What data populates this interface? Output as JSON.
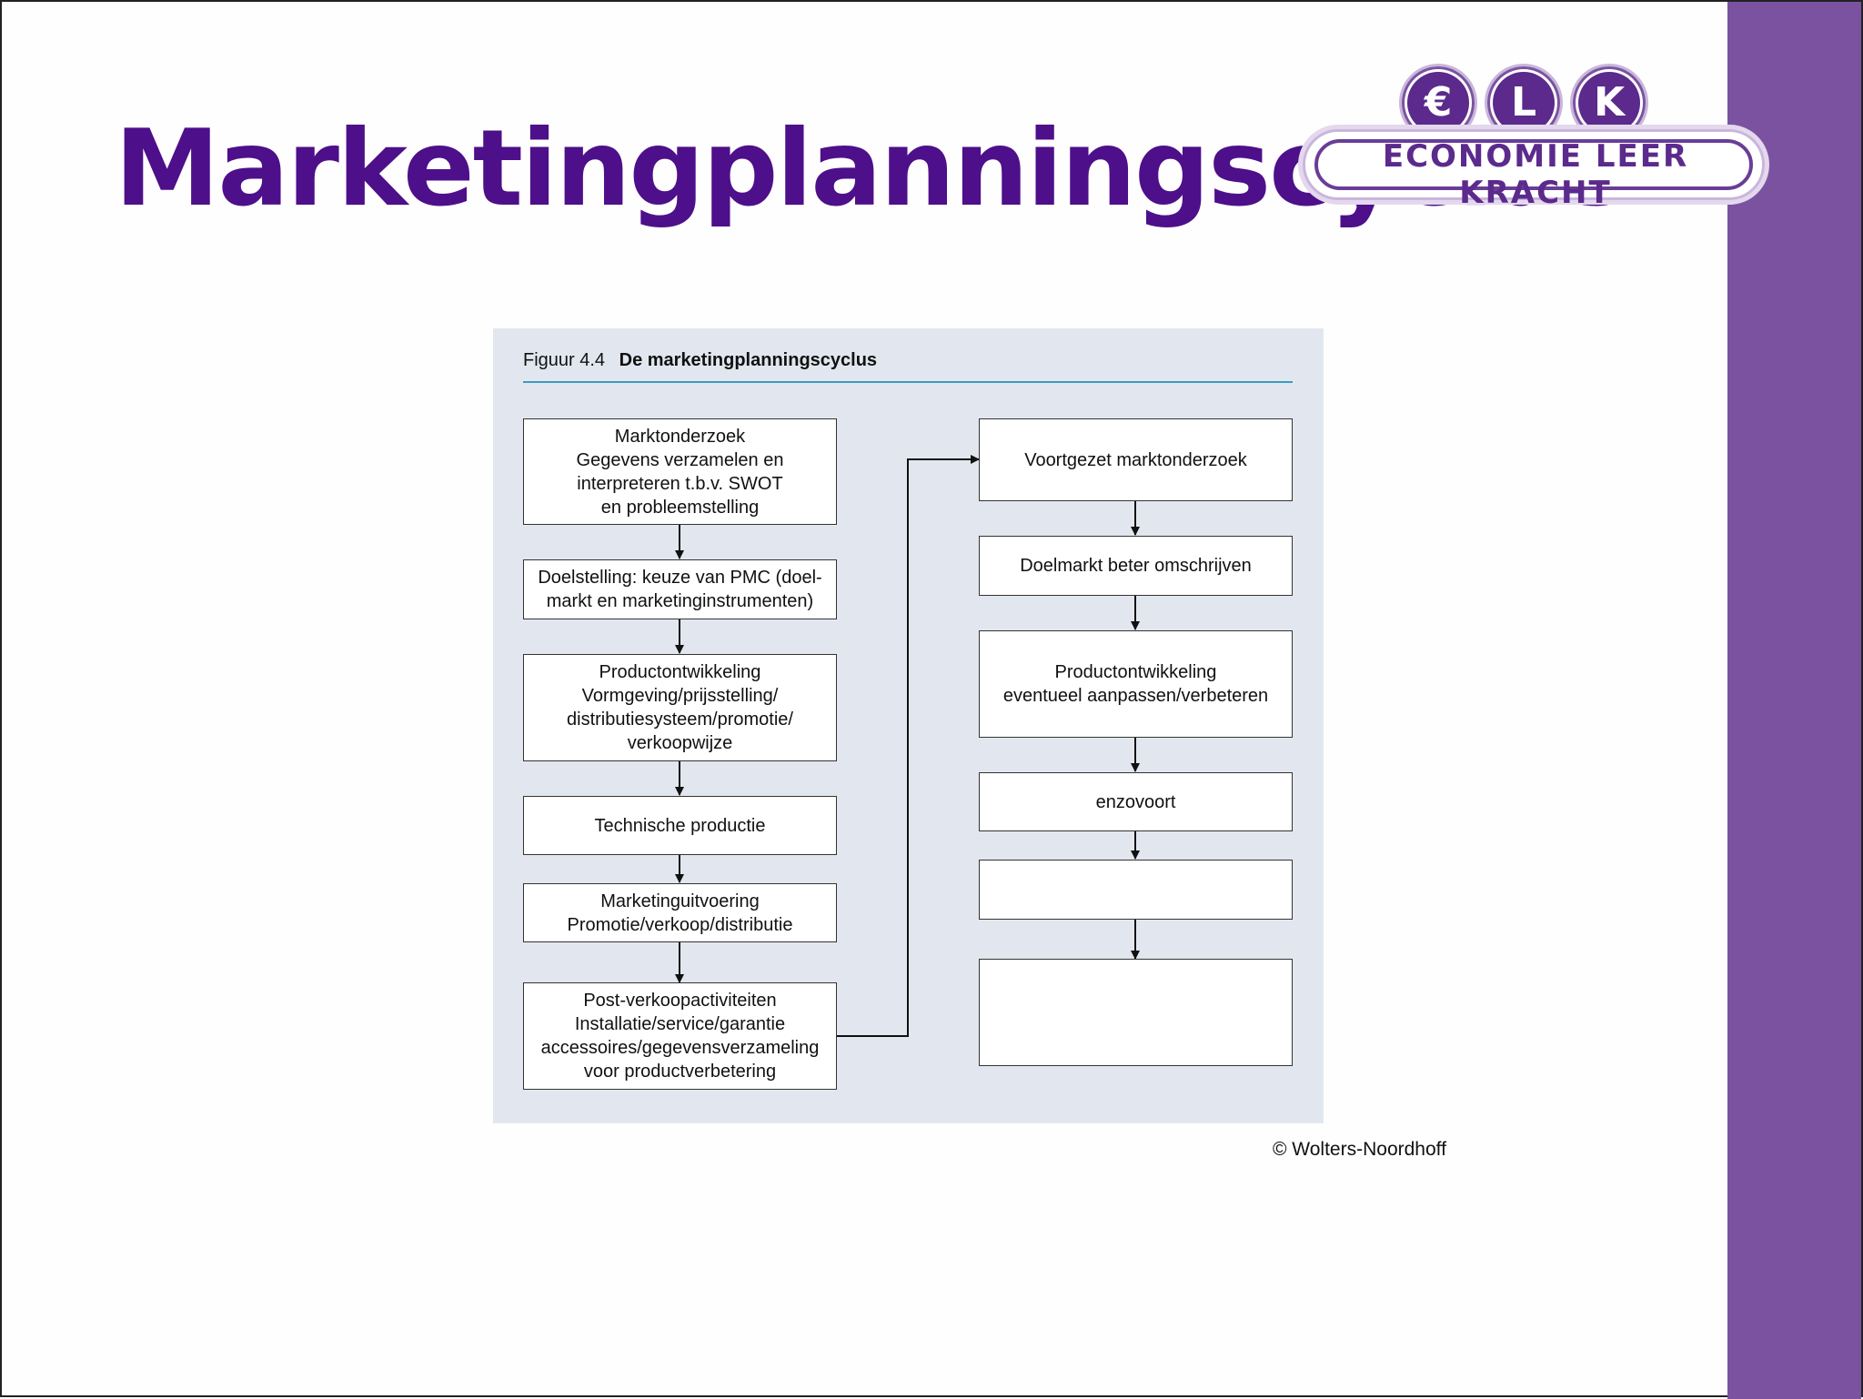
{
  "slide": {
    "title": "Marketingplanningscyclus",
    "copyright": "© Wolters-Noordhoff"
  },
  "logo": {
    "coins": [
      "€",
      "L",
      "K"
    ],
    "text": "ECONOMIE LEER KRACHT"
  },
  "figure": {
    "number": "Figuur 4.4",
    "title": "De marketingplanningscyclus",
    "left_column": [
      "Marktonderzoek\nGegevens verzamelen en\ninterpreteren t.b.v. SWOT\nen probleemstelling",
      "Doelstelling: keuze van PMC (doel-\nmarkt en marketinginstrumenten)",
      "Productontwikkeling\nVormgeving/prijsstelling/\ndistributiesysteem/promotie/\nverkoopwijze",
      "Technische productie",
      "Marketinguitvoering\nPromotie/verkoop/distributie",
      "Post-verkoopactiviteiten\nInstallatie/service/garantie\naccessoires/gegevensverzameling\nvoor productverbetering"
    ],
    "right_column": [
      "Voortgezet marktonderzoek",
      "Doelmarkt beter omschrijven",
      "Productontwikkeling\neventueel aanpassen/verbeteren",
      "enzovoort",
      "",
      ""
    ]
  },
  "colors": {
    "title": "#4e0f8a",
    "sidebar": "#7b52a0",
    "figure_background": "#e2e7ef",
    "caption_rule": "#3a9bc0"
  }
}
